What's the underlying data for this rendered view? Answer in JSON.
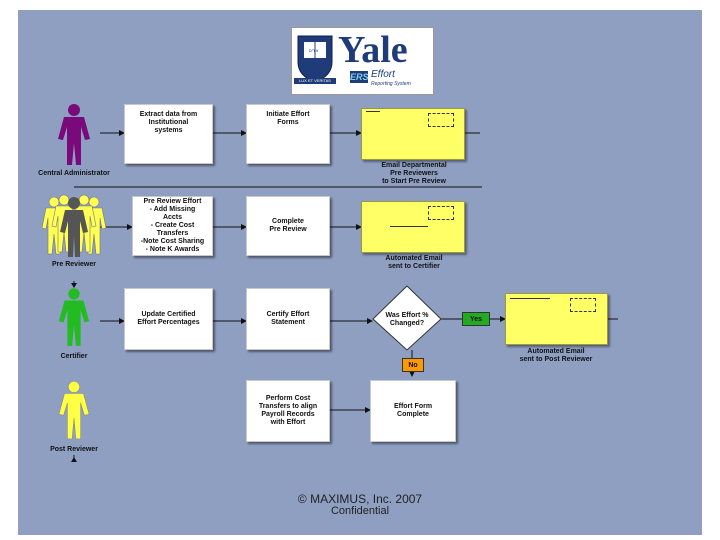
{
  "logo": {
    "crest_text": "LUX ET VERITAS",
    "name": "Yale",
    "ers": "ERS",
    "effort": "Effort",
    "subtitle": "Reporting System"
  },
  "roles": [
    "Central Administrator",
    "Pre Reviewer",
    "Certifier",
    "Post Reviewer"
  ],
  "colors": {
    "central": "#7a0a7a",
    "pre_front": "#555555",
    "pre_back": "#ffff55",
    "certifier": "#22bb22",
    "post": "#ffff44",
    "yes_tag": "#22aa22",
    "no_tag": "#ff9900"
  },
  "boxes": {
    "extract": "Extract data from\nInstitutional\nsystems",
    "initiate": "Initiate Effort\nForms",
    "pre_review": "Pre Review Effort\n- Add Missing\nAccts\n- Create Cost\nTransfers\n-Note Cost Sharing\n- Note K Awards",
    "complete_pre": "Complete\nPre Review",
    "update": "Update Certified\nEffort Percentages",
    "certify": "Certify Effort\nStatement",
    "decision": "Was Effort %\nChanged?",
    "perform": "Perform Cost\nTransfers to align\nPayroll Records\nwith Effort",
    "form_complete": "Effort Form\nComplete"
  },
  "captions": {
    "email_dept": "Email Departmental\nPre Reviewers\nto Start Pre Review",
    "auto_certifier": "Automated Email\nsent to Certifier",
    "auto_post": "Automated Email\nsent to Post Reviewer"
  },
  "tags": {
    "yes": "Yes",
    "no": "No"
  },
  "footer": {
    "copyright": "© MAXIMUS, Inc. 2007",
    "confidential": "Confidential"
  }
}
